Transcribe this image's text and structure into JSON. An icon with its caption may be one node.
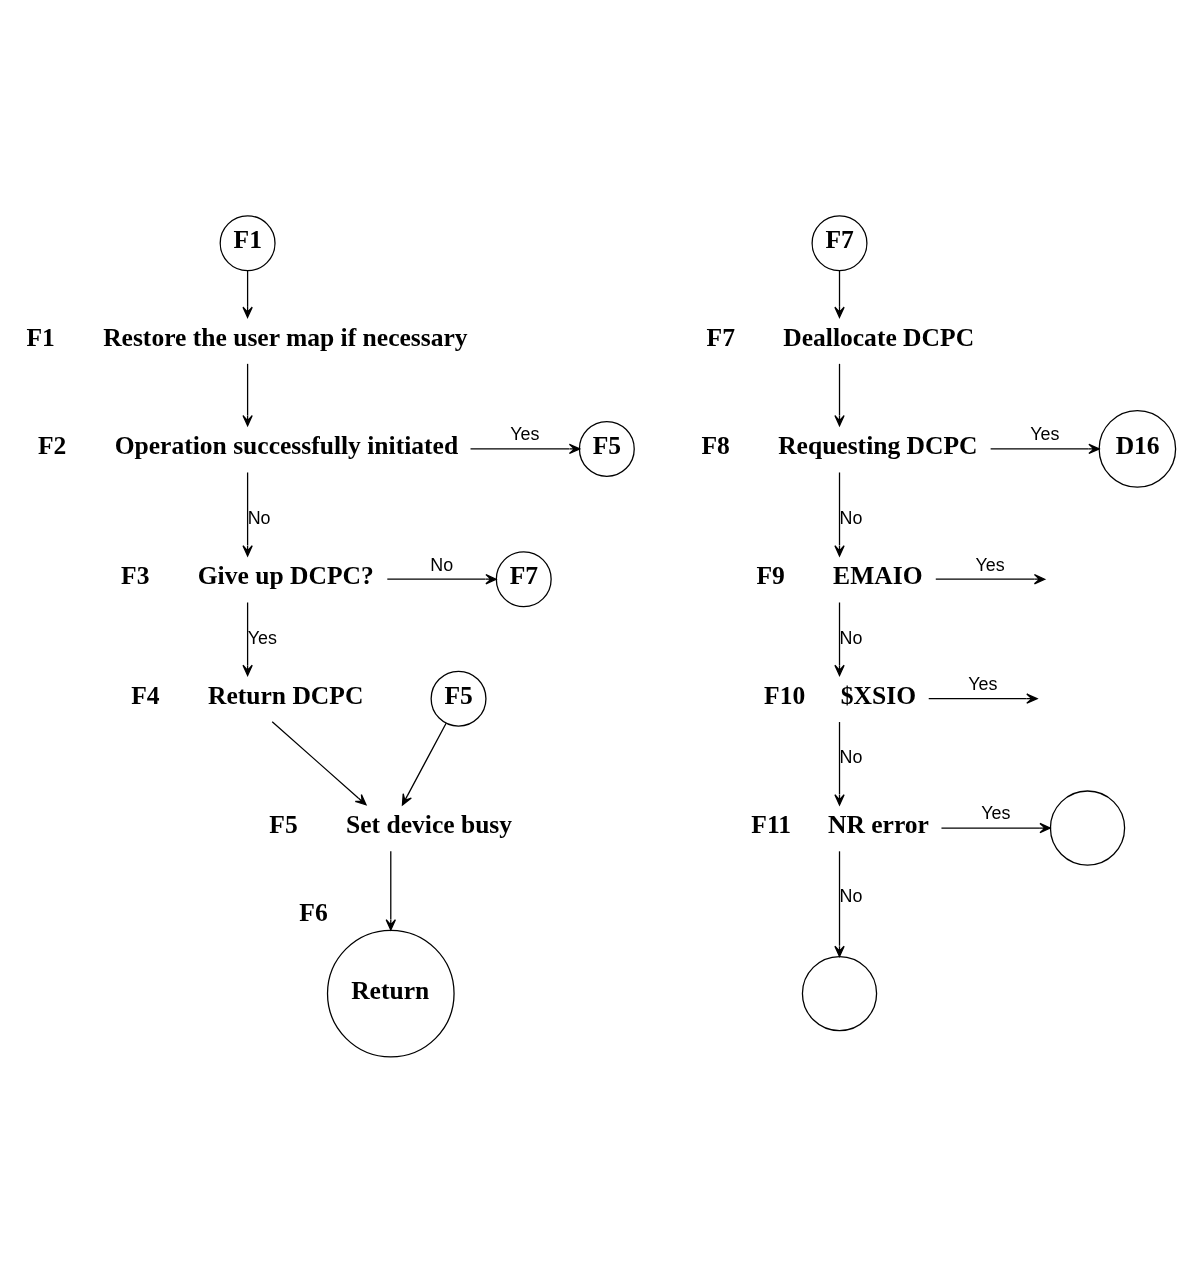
{
  "diagram": {
    "nodes": [
      {
        "text": [
          "F1"
        ]
      },
      {
        "text": [
          "Restore the user map if necessary"
        ],
        "beside": [
          "F1"
        ]
      },
      {
        "text": [
          "Operation successfully initiated"
        ],
        "beside": [
          "F2"
        ]
      },
      {
        "text": [
          "F5"
        ]
      },
      {
        "text": [
          "Give up DCPC?"
        ],
        "beside": [
          "F3"
        ]
      },
      {
        "text": [
          "F7"
        ]
      },
      {
        "text": [
          "Return DCPC"
        ],
        "beside": [
          "F4"
        ]
      },
      {
        "text": [
          "F5"
        ]
      },
      {
        "text": [
          "Set device busy"
        ],
        "beside": [
          "F5"
        ]
      },
      {
        "text": [
          "Return"
        ],
        "beside": [
          "F6"
        ]
      },
      {
        "text": [
          "F7"
        ]
      },
      {
        "text": [
          "Deallocate DCPC"
        ],
        "beside": [
          "F7"
        ]
      },
      {
        "text": [
          "Requesting DCPC"
        ],
        "beside": [
          "F8"
        ]
      },
      {
        "text": [
          "D16"
        ]
      },
      {
        "text": [
          "EMAIO"
        ],
        "beside": [
          "F9"
        ]
      },
      {
        "text": [
          "$XSIO"
        ],
        "beside": [
          "F10"
        ]
      },
      {
        "text": [
          "NR error"
        ],
        "beside": [
          "F11"
        ]
      },
      {
        "text": [],
        "shape": "circle"
      },
      {
        "text": [],
        "shape": "circle"
      }
    ],
    "edges": [
      {
        "from": 0,
        "to": 1,
        "arrow": "to"
      },
      {
        "from": 1,
        "to": 2,
        "arrow": "to"
      },
      {
        "from": 2,
        "to": 3,
        "arrow": "to",
        "label": "Yes"
      },
      {
        "from": 2,
        "to": 4,
        "arrow": "to",
        "label": "No"
      },
      {
        "from": 4,
        "to": 5,
        "arrow": "to",
        "label": "No"
      },
      {
        "from": 4,
        "to": 6,
        "arrow": "to",
        "label": "Yes"
      },
      {
        "from": 7,
        "to": 8,
        "arrow": "to"
      },
      {
        "from": 6,
        "to": 8,
        "arrow": "to"
      },
      {
        "from": 8,
        "to": 9,
        "arrow": "to"
      },
      {
        "from": 10,
        "to": 11,
        "arrow": "to"
      },
      {
        "from": 11,
        "to": 12,
        "arrow": "to"
      },
      {
        "from": 12,
        "to": 13,
        "arrow": "to",
        "label": "Yes"
      },
      {
        "from": 12,
        "to": 14,
        "arrow": "to",
        "label": "No"
      },
      {
        "from": 14,
        "to": null,
        "arrow": "to",
        "label": "Yes"
      },
      {
        "from": 14,
        "to": 15,
        "arrow": "to",
        "label": "No"
      },
      {
        "from": 15,
        "to": null,
        "arrow": "to",
        "label": "Yes"
      },
      {
        "from": 15,
        "to": 16,
        "arrow": "to",
        "label": "No"
      },
      {
        "from": 16,
        "to": 17,
        "arrow": "to",
        "label": "Yes"
      },
      {
        "from": 16,
        "to": 18,
        "arrow": "to",
        "label": "No"
      }
    ]
  }
}
